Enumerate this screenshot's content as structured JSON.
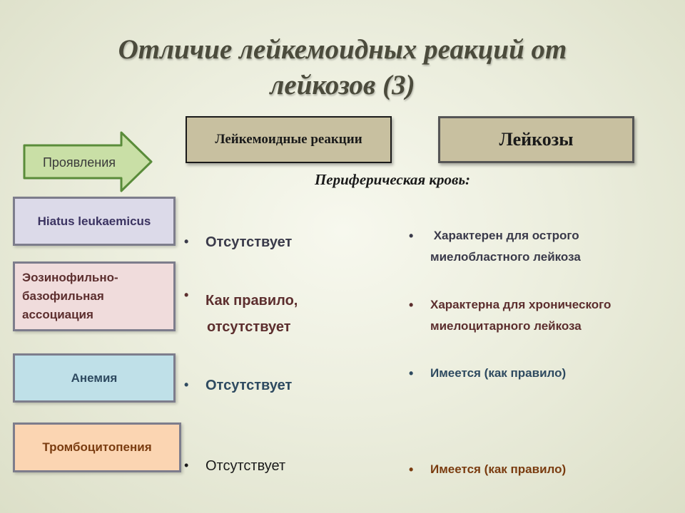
{
  "title": {
    "line1": "Отличие лейкемоидных реакций от",
    "line2": "лейкозов (3)"
  },
  "headers": {
    "leukemoid": "Лейкемоидные реакции",
    "leukoses": "Лейкозы"
  },
  "arrow": {
    "label": "Проявления",
    "icon": "right-arrow-icon"
  },
  "subheader": "Периферическая кровь:",
  "rows": [
    {
      "label": "Hiatus leukaemicus",
      "leukemoid": "Отсутствует",
      "leukoses": {
        "line1": " Характерен для острого",
        "line2": "миелобластного лейкоза"
      }
    },
    {
      "label": {
        "line1": "Эозинофильно-",
        "line2": "базофильная",
        "line3": "ассоциация"
      },
      "leukemoid": {
        "line1": "Как правило,",
        "line2": "отсутствует"
      },
      "leukoses": {
        "line1": "Характерна для хронического",
        "line2": "миелоцитарного лейкоза"
      }
    },
    {
      "label": "Анемия",
      "leukemoid": "Отсутствует",
      "leukoses": "Имеется (как правило)"
    },
    {
      "label": "Тромбоцитопения",
      "leukemoid": "Отсутствует",
      "leukoses": "Имеется (как правило)"
    }
  ],
  "bullet": "•",
  "colors": {
    "header_fill": "#c8c0a0",
    "arrow_fill": "#c9dfa6",
    "arrow_stroke": "#5a8c3a",
    "row1_fill": "#dcdae9",
    "row2_fill": "#f0dcdc",
    "row3_fill": "#bfe0e8",
    "row4_fill": "#fbd5b2"
  }
}
